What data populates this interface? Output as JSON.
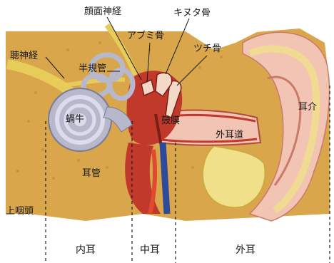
{
  "labels": {
    "facial_nerve": "顔面神経",
    "incus": "キヌタ骨",
    "stapes": "アブミ骨",
    "malleus": "ツチ骨",
    "auditory_nerve": "聴神経",
    "semicircular_canals": "半規管",
    "cochlea": "蝸牛",
    "eardrum": "鼓膜",
    "external_auditory_canal": "外耳道",
    "auricle": "耳介",
    "eustachian_tube": "耳管",
    "nasopharynx": "上咽頭"
  },
  "regions": {
    "inner_ear": "内耳",
    "middle_ear": "中耳",
    "outer_ear": "外耳"
  },
  "colors": {
    "bone": "#d9a64c",
    "skin": "#f2c4b4",
    "tissue_red": "#c0392b",
    "cochlea": "#b8b8cc",
    "cartilage": "#f0e08a",
    "nerve": "#e8cc5a"
  }
}
